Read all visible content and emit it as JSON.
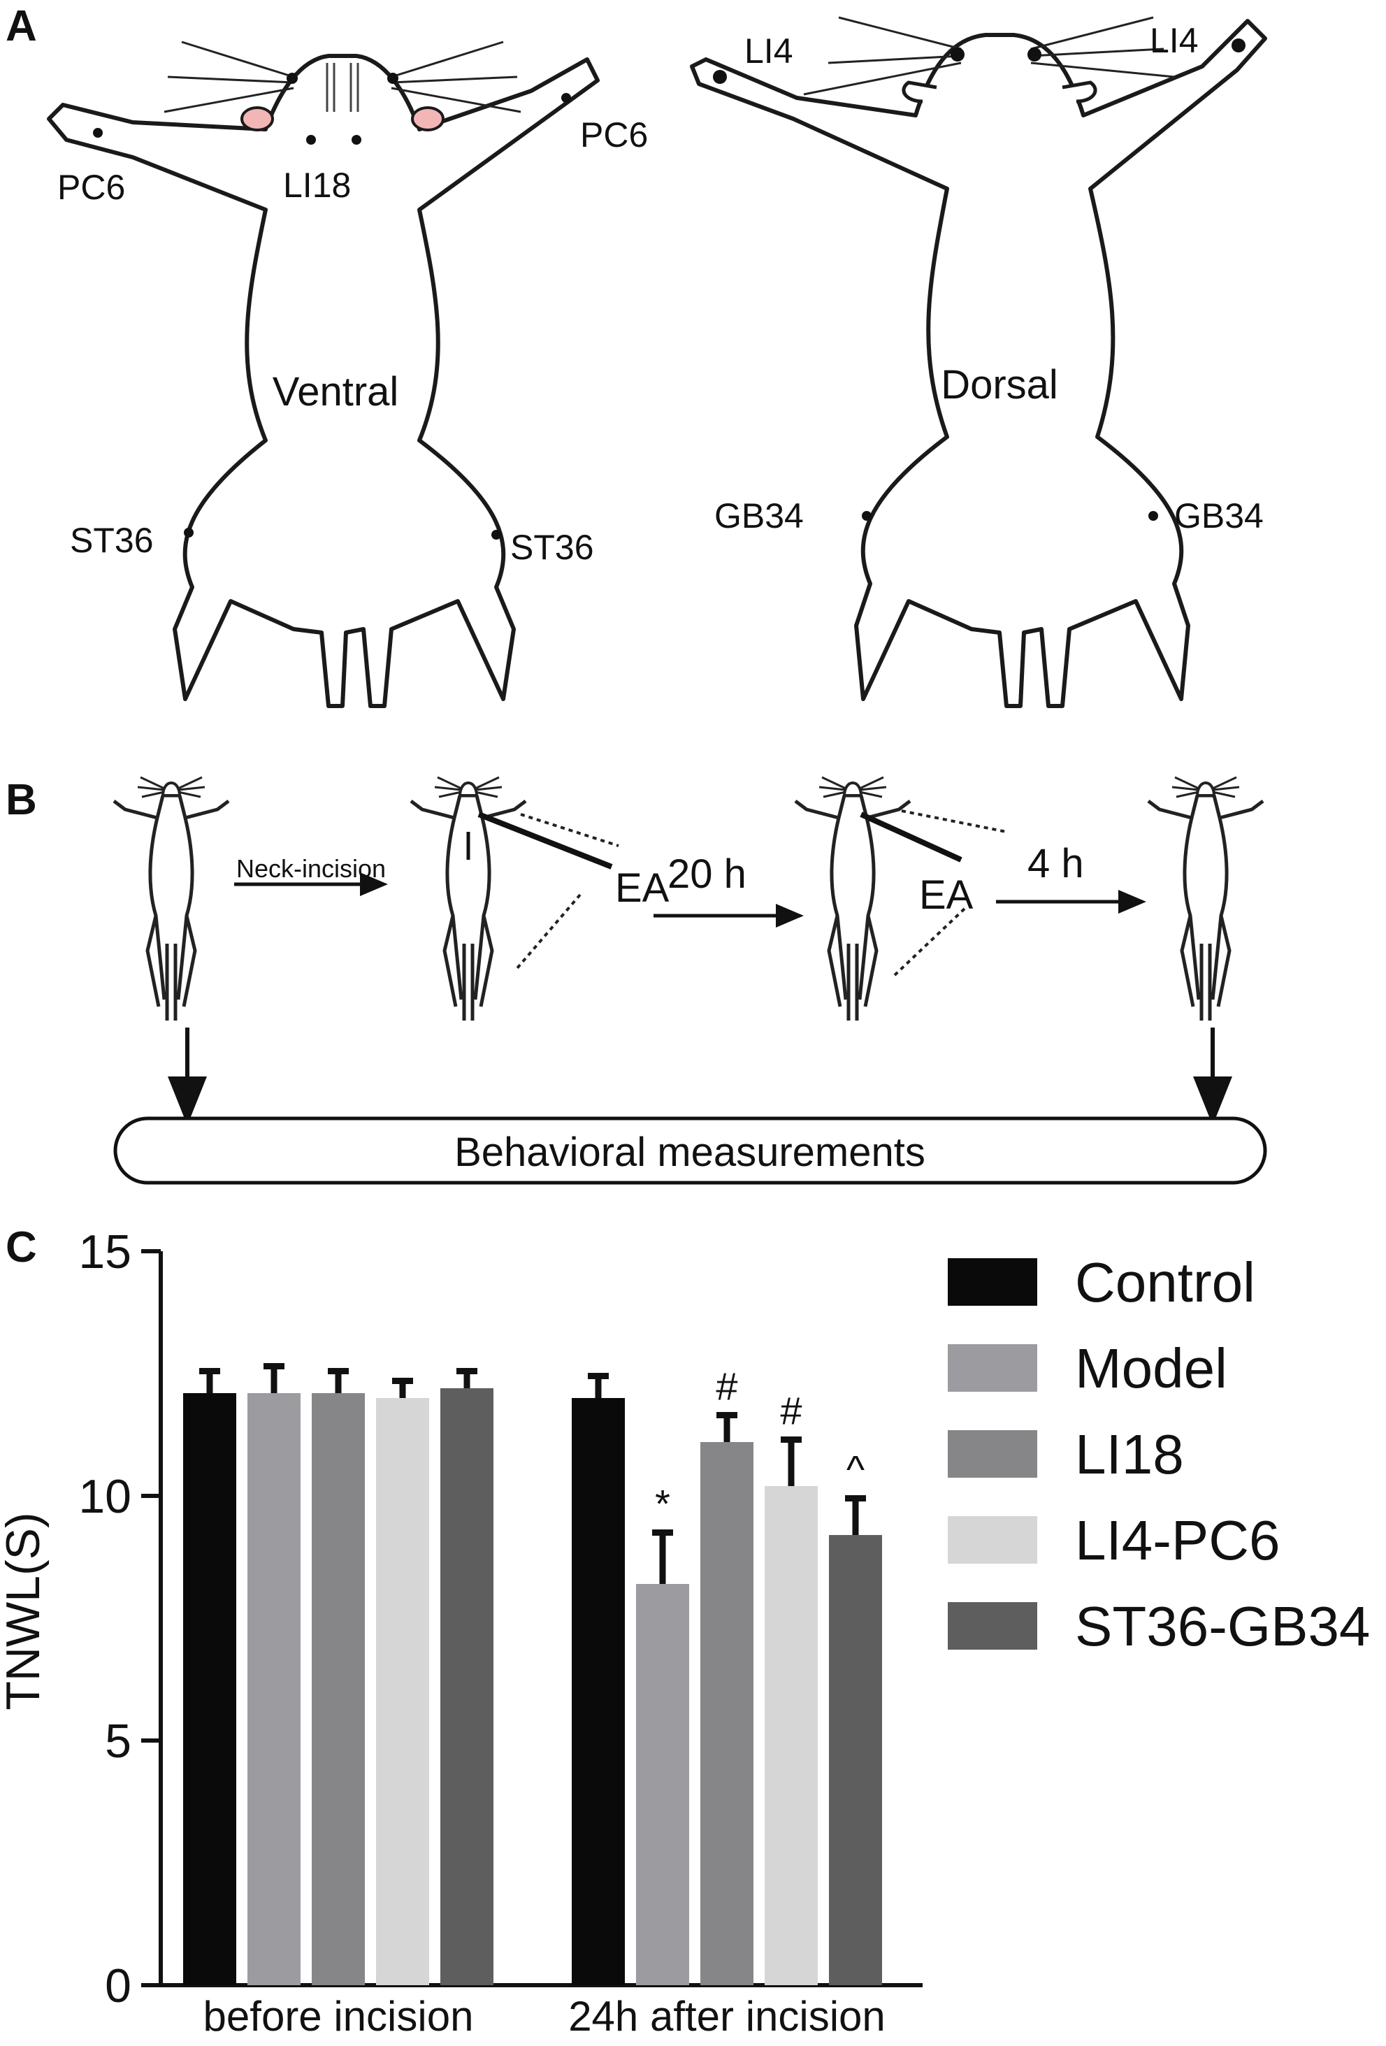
{
  "panels": {
    "a": "A",
    "b": "B",
    "c": "C"
  },
  "panel_a": {
    "ventral": {
      "label": "Ventral",
      "points": {
        "pc6_left": "PC6",
        "pc6_right": "PC6",
        "li18": "LI18",
        "st36_left": "ST36",
        "st36_right": "ST36"
      }
    },
    "dorsal": {
      "label": "Dorsal",
      "points": {
        "li4_left": "LI4",
        "li4_right": "LI4",
        "gb34_left": "GB34",
        "gb34_right": "GB34"
      }
    }
  },
  "panel_b": {
    "step1_label": "Neck-incision",
    "ea1_label": "EA",
    "step2_label": "20 h",
    "ea2_label": "EA",
    "step3_label": "4 h",
    "measure_label": "Behavioral measurements"
  },
  "colors": {
    "Control": "#0a0a0a",
    "Model": "#9c9ca0",
    "LI18": "#868688",
    "LI4-PC6": "#d6d6d6",
    "ST36-GB34": "#5e5e5e"
  },
  "chart_data": {
    "type": "bar",
    "categories": [
      "before incision",
      "24h after incision"
    ],
    "series": [
      {
        "name": "Control",
        "values": [
          12.1,
          12.0
        ],
        "errors": [
          0.45,
          0.45
        ],
        "sig": [
          "",
          ""
        ]
      },
      {
        "name": "Model",
        "values": [
          12.1,
          8.2
        ],
        "errors": [
          0.55,
          1.05
        ],
        "sig": [
          "",
          "*"
        ]
      },
      {
        "name": "LI18",
        "values": [
          12.1,
          11.1
        ],
        "errors": [
          0.45,
          0.55
        ],
        "sig": [
          "",
          "#"
        ]
      },
      {
        "name": "LI4-PC6",
        "values": [
          12.0,
          10.2
        ],
        "errors": [
          0.35,
          0.95
        ],
        "sig": [
          "",
          "#"
        ]
      },
      {
        "name": "ST36-GB34",
        "values": [
          12.2,
          9.2
        ],
        "errors": [
          0.35,
          0.75
        ],
        "sig": [
          "",
          "^"
        ]
      }
    ],
    "ylabel": "TNWL(S)",
    "ylim": [
      0,
      15
    ],
    "yticks": [
      0,
      5,
      10,
      15
    ],
    "legend": "right"
  }
}
